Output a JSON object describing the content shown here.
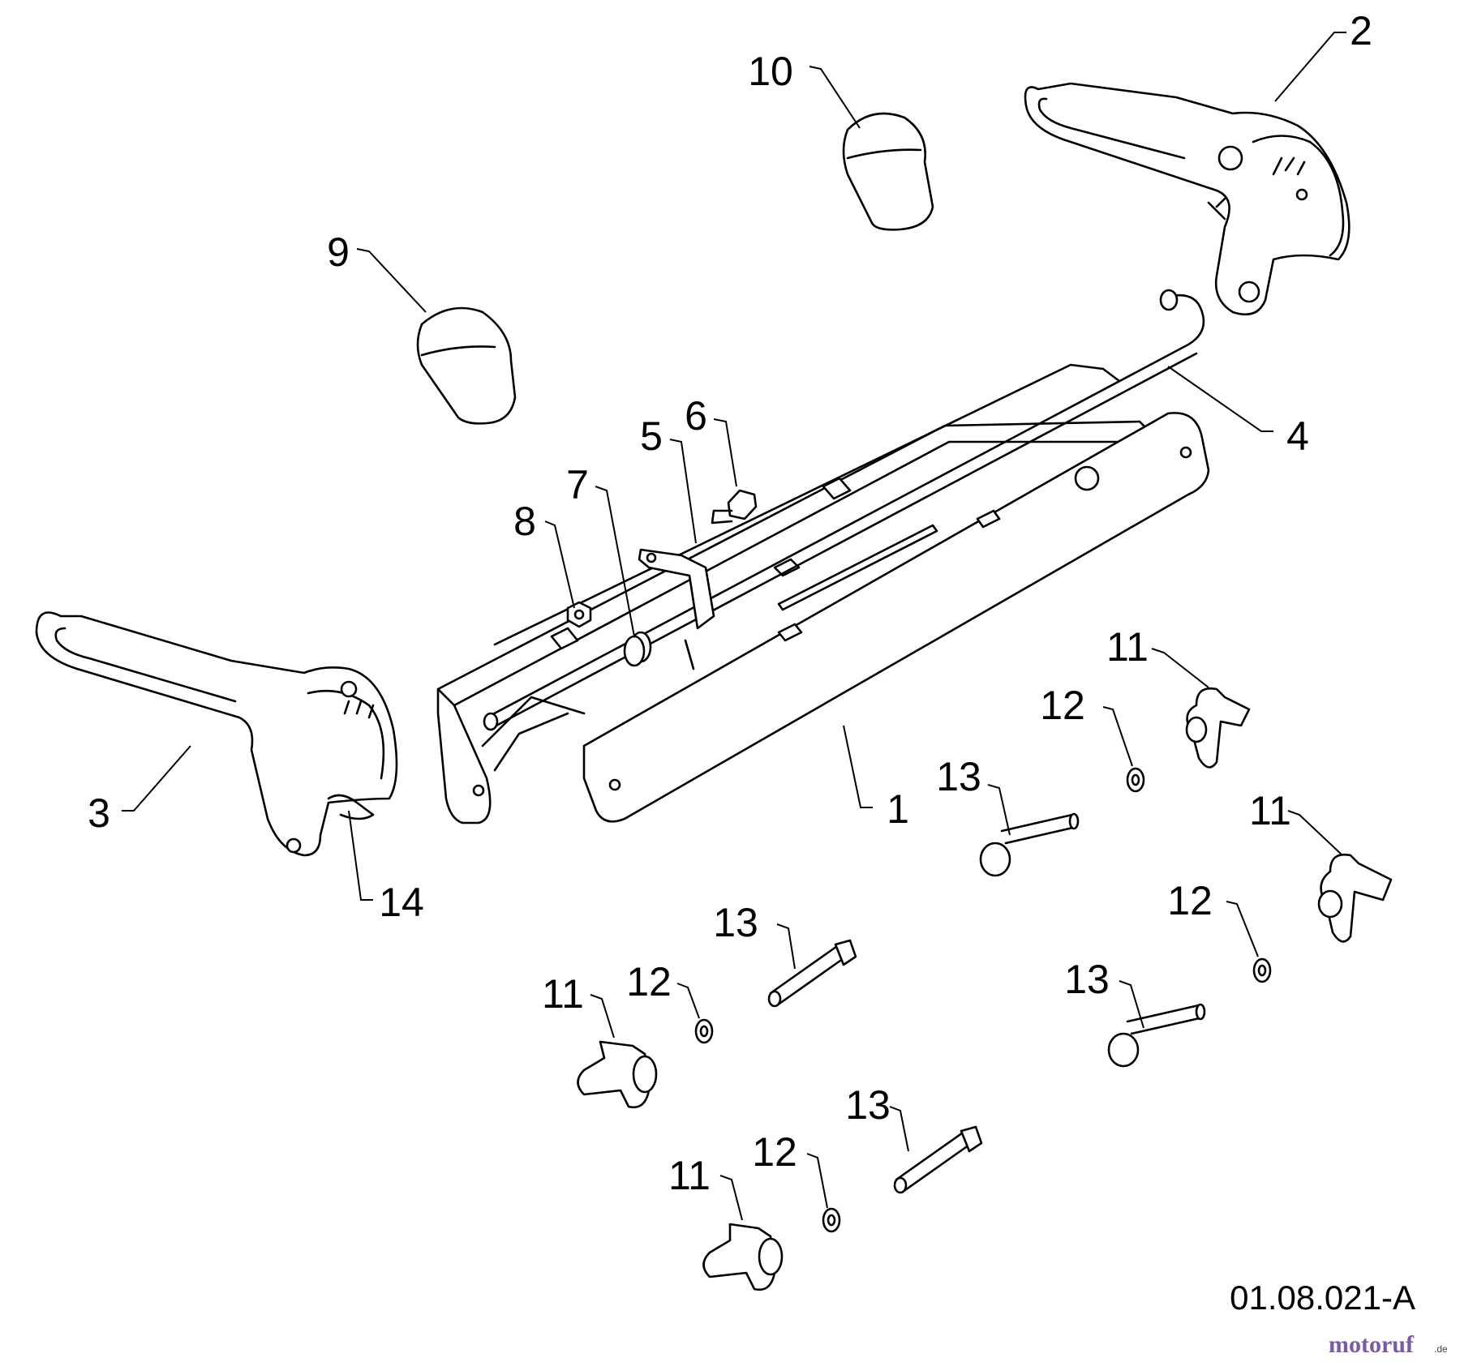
{
  "callouts": {
    "c1": "1",
    "c2": "2",
    "c3": "3",
    "c4": "4",
    "c5": "5",
    "c6": "6",
    "c7": "7",
    "c8": "8",
    "c9": "9",
    "c10": "10",
    "c11a": "11",
    "c11b": "11",
    "c11c": "11",
    "c11d": "11",
    "c12a": "12",
    "c12b": "12",
    "c12c": "12",
    "c12d": "12",
    "c13a": "13",
    "c13b": "13",
    "c13c": "13",
    "c13d": "13",
    "c14": "14"
  },
  "drawing_code": "01.08.021-A",
  "watermark": {
    "main": "motoruf",
    "suffix": ".de",
    "color": "#7a5aa8"
  }
}
